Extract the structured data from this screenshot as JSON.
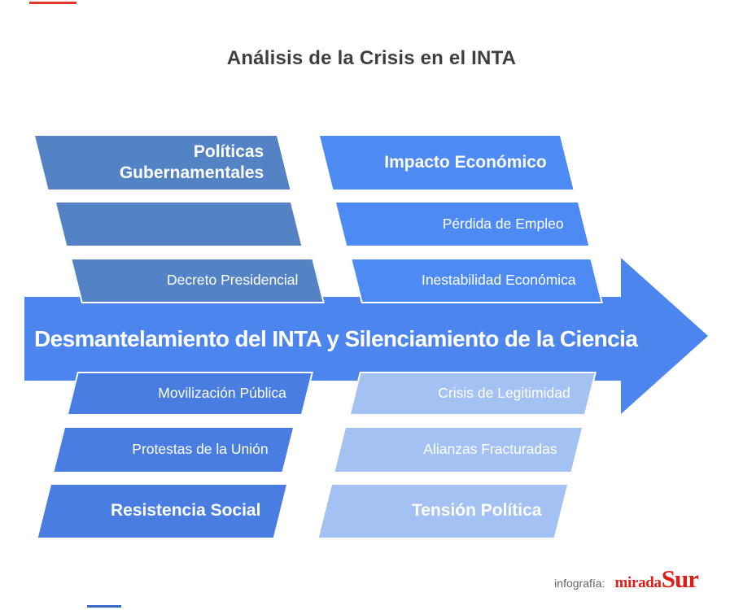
{
  "title": "Análisis de la Crisis en el INTA",
  "arrow": {
    "label": "Desmantelamiento del INTA y Silenciamiento de la Ciencia",
    "color": "#4d85ef"
  },
  "groups": {
    "politicas_gubernamentales": {
      "header": "Políticas Gubernamentales",
      "items": [
        "",
        "Decreto Presidencial"
      ],
      "color": "#5483c5"
    },
    "impacto_economico": {
      "header": "Impacto Económico",
      "items": [
        "Pérdida de Empleo",
        "Inestabilidad Económica"
      ],
      "color": "#4e8af4"
    },
    "resistencia_social": {
      "header": "Resistencia Social",
      "items": [
        "Movilización Pública",
        "Protestas de la Unión"
      ],
      "color": "#4a7de2"
    },
    "tension_politica": {
      "header": "Tensión Política",
      "items": [
        "Crisis de Legitimidad",
        "Alianzas Fracturadas"
      ],
      "color": "#a4c1f3"
    }
  },
  "footer": {
    "credit_label": "infografía:",
    "brand_first": "mirada",
    "brand_second": "Sur",
    "brand_color": "#e01d17"
  },
  "accents": {
    "top_dash_color": "#e2392c",
    "bottom_dash_color": "#3b6bc7"
  }
}
